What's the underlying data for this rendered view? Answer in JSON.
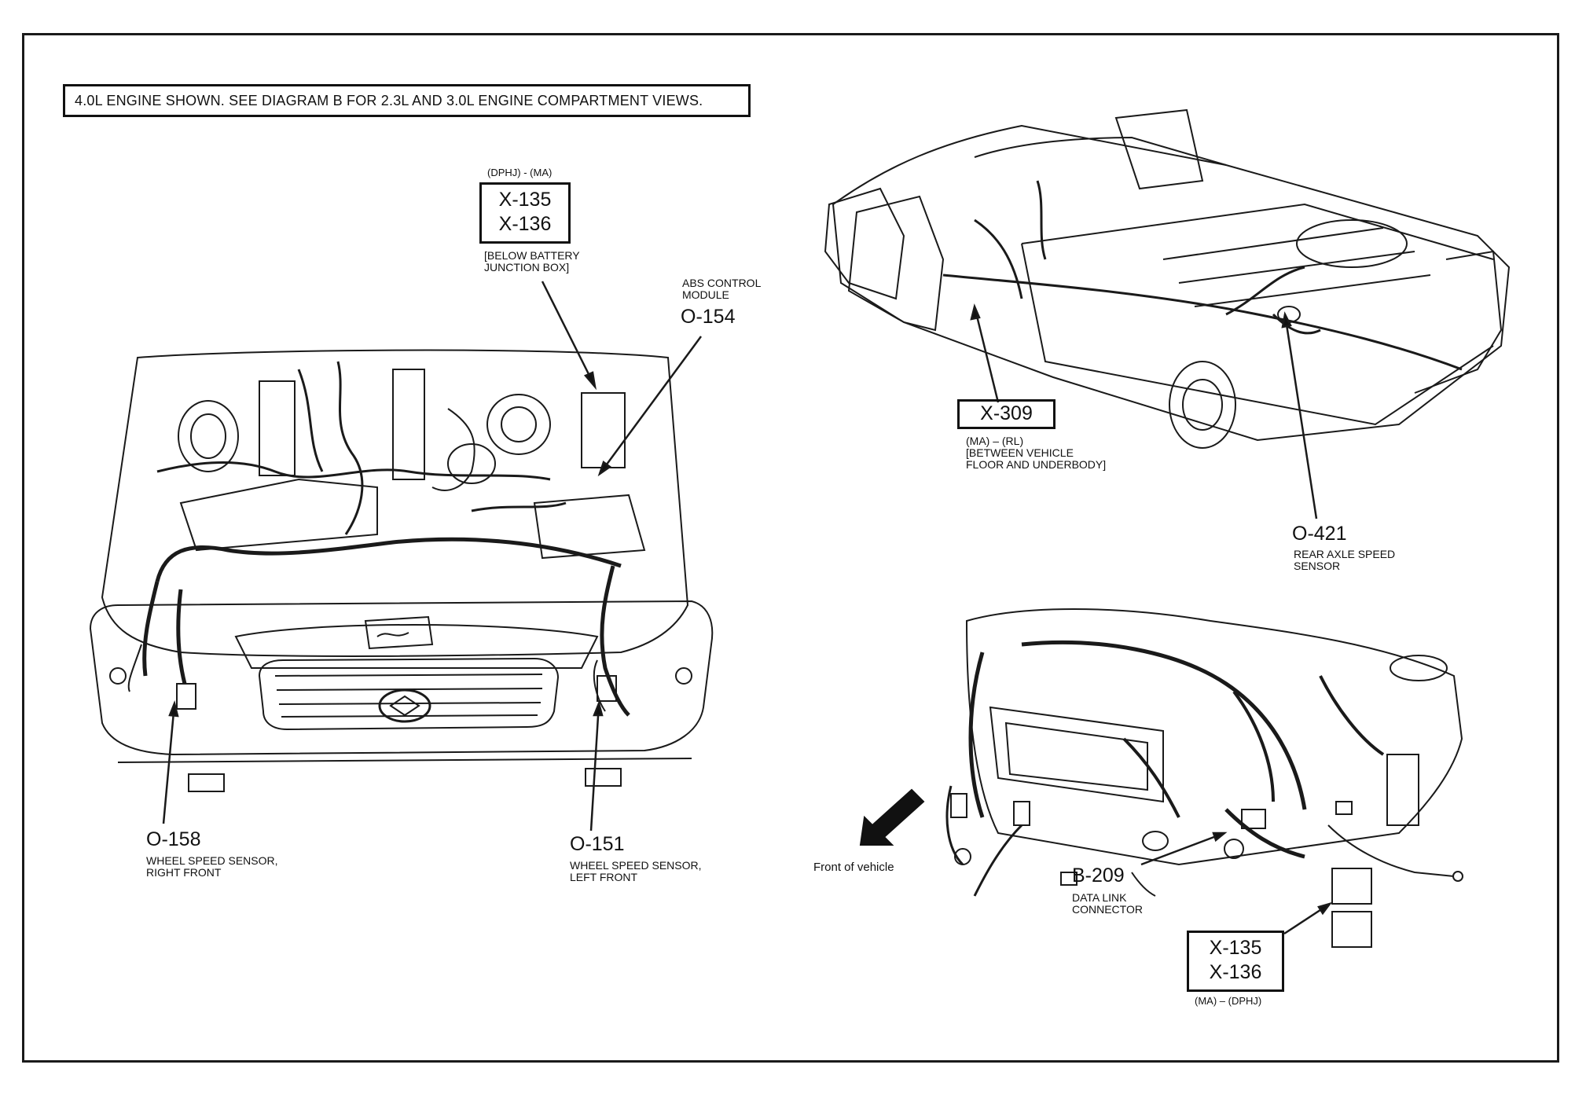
{
  "header_note": "4.0L ENGINE SHOWN. SEE DIAGRAM B FOR 2.3L AND 3.0L ENGINE COMPARTMENT VIEWS.",
  "callouts": {
    "x135_top": {
      "prefix": "(DPHJ) - (MA)",
      "line1": "X-135",
      "line2": "X-136",
      "desc": "[BELOW BATTERY\nJUNCTION BOX]"
    },
    "o154": {
      "desc": "ABS CONTROL\nMODULE",
      "code": "O-154"
    },
    "x309": {
      "code": "X-309",
      "desc": "(MA) – (RL)\n[BETWEEN VEHICLE\nFLOOR AND UNDERBODY]"
    },
    "o421": {
      "code": "O-421",
      "desc": "REAR AXLE SPEED\nSENSOR"
    },
    "o158": {
      "code": "O-158",
      "desc": "WHEEL SPEED SENSOR,\nRIGHT FRONT"
    },
    "o151": {
      "code": "O-151",
      "desc": "WHEEL SPEED SENSOR,\nLEFT FRONT"
    },
    "front": {
      "text": "Front of vehicle"
    },
    "b209": {
      "code": "B-209",
      "desc": "DATA LINK\nCONNECTOR"
    },
    "x135_bottom": {
      "line1": "X-135",
      "line2": "X-136",
      "suffix": "(MA) – (DPHJ)"
    }
  }
}
